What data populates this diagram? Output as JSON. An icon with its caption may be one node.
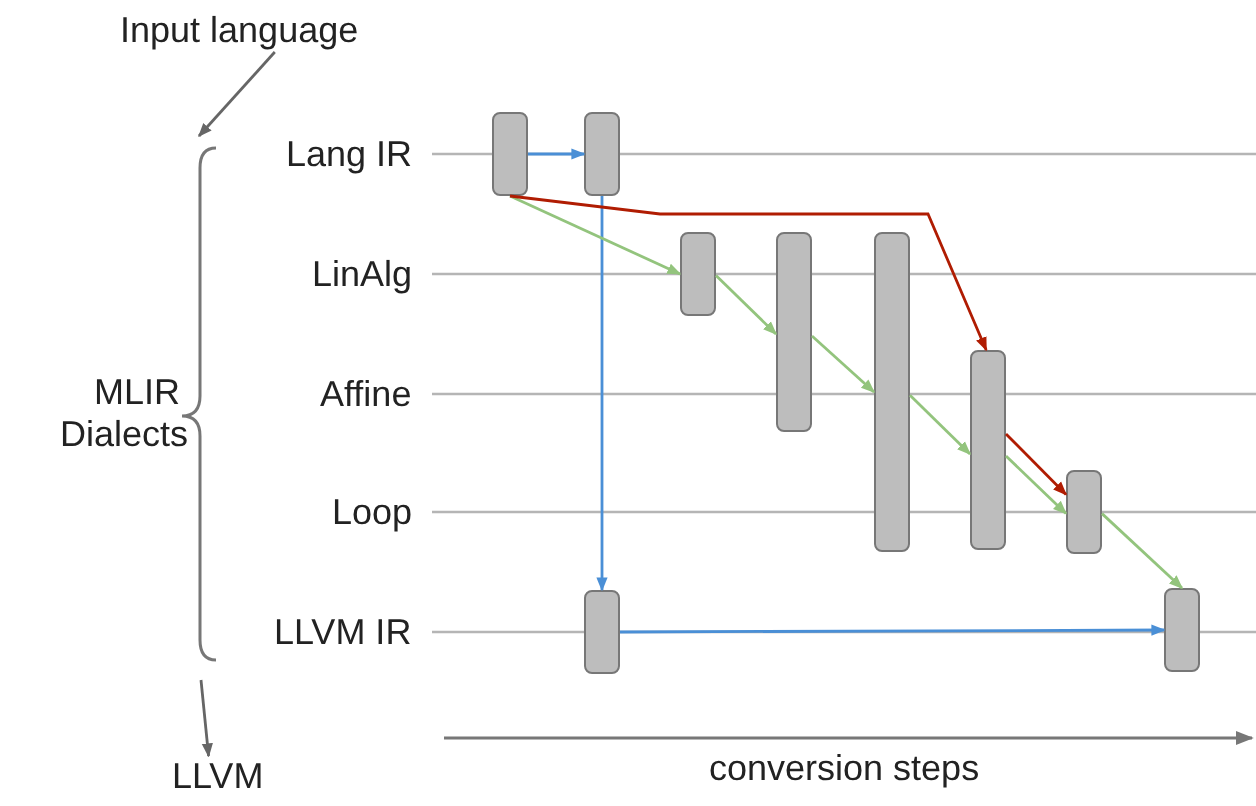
{
  "diagram": {
    "nodes": [
      {
        "text": [
          "Input language"
        ]
      },
      {
        "text": [
          "LLVM"
        ]
      },
      {
        "text": [],
        "shape": "bar"
      },
      {
        "text": [],
        "shape": "bar"
      },
      {
        "text": [],
        "shape": "bar"
      },
      {
        "text": [],
        "shape": "bar"
      },
      {
        "text": [],
        "shape": "bar"
      },
      {
        "text": [],
        "shape": "bar"
      },
      {
        "text": [],
        "shape": "bar"
      },
      {
        "text": [],
        "shape": "bar"
      },
      {
        "text": [],
        "shape": "bar"
      },
      {
        "text": [],
        "shape": "bracket"
      }
    ],
    "edges": [
      {
        "from": 0,
        "to": 11,
        "arrow": "to",
        "color": "#666666"
      },
      {
        "from": 11,
        "to": 1,
        "arrow": "to",
        "color": "#666666"
      },
      {
        "from": 2,
        "to": 3,
        "arrow": "to",
        "color": "#4a8fd6"
      },
      {
        "from": 3,
        "to": 4,
        "arrow": "to",
        "color": "#4a8fd6"
      },
      {
        "from": 4,
        "to": 10,
        "arrow": "to",
        "color": "#4a8fd6"
      },
      {
        "from": 2,
        "to": 5,
        "arrow": "to",
        "color": "#93c47d"
      },
      {
        "from": 5,
        "to": 6,
        "arrow": "to",
        "color": "#93c47d"
      },
      {
        "from": 6,
        "to": 7,
        "arrow": "to",
        "color": "#93c47d"
      },
      {
        "from": 7,
        "to": 8,
        "arrow": "to",
        "color": "#93c47d"
      },
      {
        "from": 8,
        "to": 9,
        "arrow": "to",
        "color": "#93c47d"
      },
      {
        "from": 9,
        "to": 10,
        "arrow": "to",
        "color": "#93c47d"
      },
      {
        "from": 2,
        "to": 8,
        "arrow": "to",
        "color": "#b01c02"
      },
      {
        "from": 8,
        "to": 9,
        "arrow": "to",
        "color": "#b01c02"
      }
    ],
    "labels": [
      "Lang IR",
      "LinAlg",
      "Affine",
      "Loop",
      "LLVM IR",
      "MLIR Dialects",
      "conversion steps"
    ]
  }
}
